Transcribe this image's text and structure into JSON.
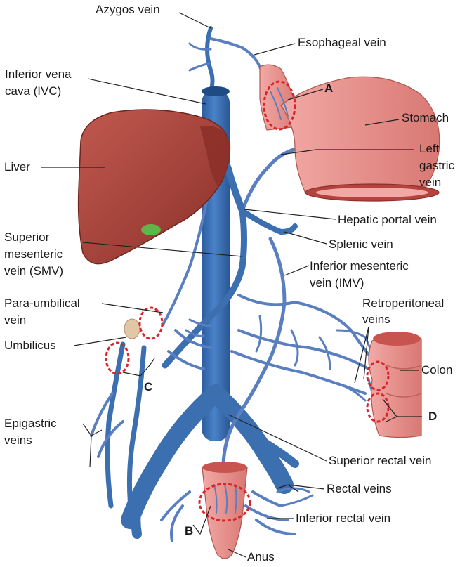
{
  "labels": {
    "azygos": "Azygos vein",
    "esophageal": "Esophageal vein",
    "ivc_1": "Inferior vena",
    "ivc_2": "cava (IVC)",
    "stomach": "Stomach",
    "liver": "Liver",
    "left_gastric_1": "Left",
    "left_gastric_2": "gastric",
    "left_gastric_3": "vein",
    "hepatic_portal": "Hepatic portal vein",
    "smv_1": "Superior",
    "smv_2": "mesenteric",
    "smv_3": "vein (SMV)",
    "splenic": "Splenic vein",
    "imv_1": "Inferior mesenteric",
    "imv_2": "vein (IMV)",
    "para_umbilical_1": "Para-umbilical",
    "para_umbilical_2": "vein",
    "retroperitoneal_1": "Retroperitoneal",
    "retroperitoneal_2": "veins",
    "umbilicus": "Umbilicus",
    "colon": "Colon",
    "epigastric_1": "Epigastric",
    "epigastric_2": "veins",
    "superior_rectal": "Superior rectal vein",
    "rectal": "Rectal veins",
    "inferior_rectal": "Inferior rectal vein",
    "anus": "Anus"
  },
  "markers": {
    "a": "A",
    "b": "B",
    "c": "C",
    "d": "D"
  },
  "colors": {
    "vein": "#3b6fb0",
    "organ": "#e8908e",
    "liver": "#a0413a",
    "marker": "#d9242a"
  }
}
